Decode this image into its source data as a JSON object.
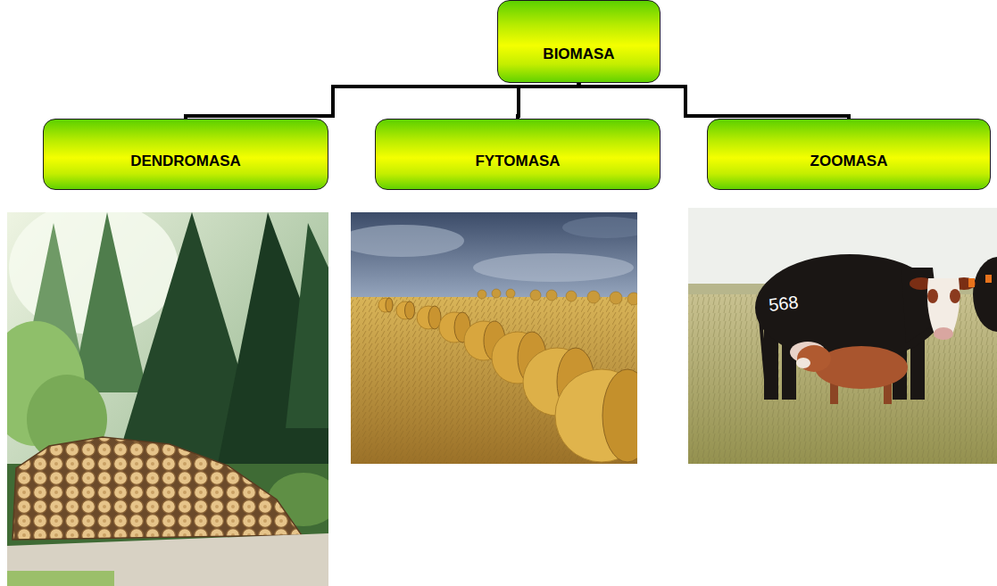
{
  "diagram": {
    "nodes": [
      {
        "text": [
          "BIOMASA"
        ]
      },
      {
        "text": [
          "DENDROMASA"
        ]
      },
      {
        "text": [
          "FYTOMASA"
        ]
      },
      {
        "text": [
          "ZOOMASA"
        ]
      }
    ],
    "edges": [
      {
        "from": 0,
        "to": 1,
        "arrow": "none"
      },
      {
        "from": 0,
        "to": 2,
        "arrow": "none"
      },
      {
        "from": 0,
        "to": 3,
        "arrow": "none"
      }
    ],
    "labels": [
      "568"
    ]
  }
}
